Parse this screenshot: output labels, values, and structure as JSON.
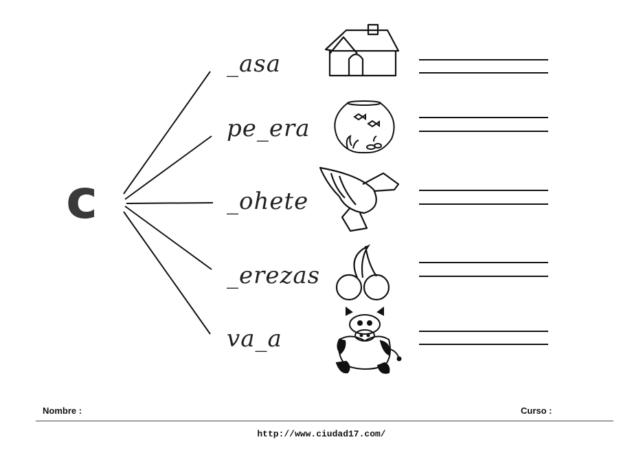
{
  "worksheet": {
    "letter": "c",
    "items": [
      {
        "word": "_asa",
        "picture": "house-icon"
      },
      {
        "word": "pe_era",
        "picture": "fishbowl-icon"
      },
      {
        "word": "_ohete",
        "picture": "rocket-icon"
      },
      {
        "word": "_erezas",
        "picture": "cherries-icon"
      },
      {
        "word": "va_a",
        "picture": "cow-icon"
      }
    ]
  },
  "footer": {
    "name_label": "Nombre :",
    "course_label": "Curso :",
    "url": "http://www.ciudad17.com/"
  }
}
